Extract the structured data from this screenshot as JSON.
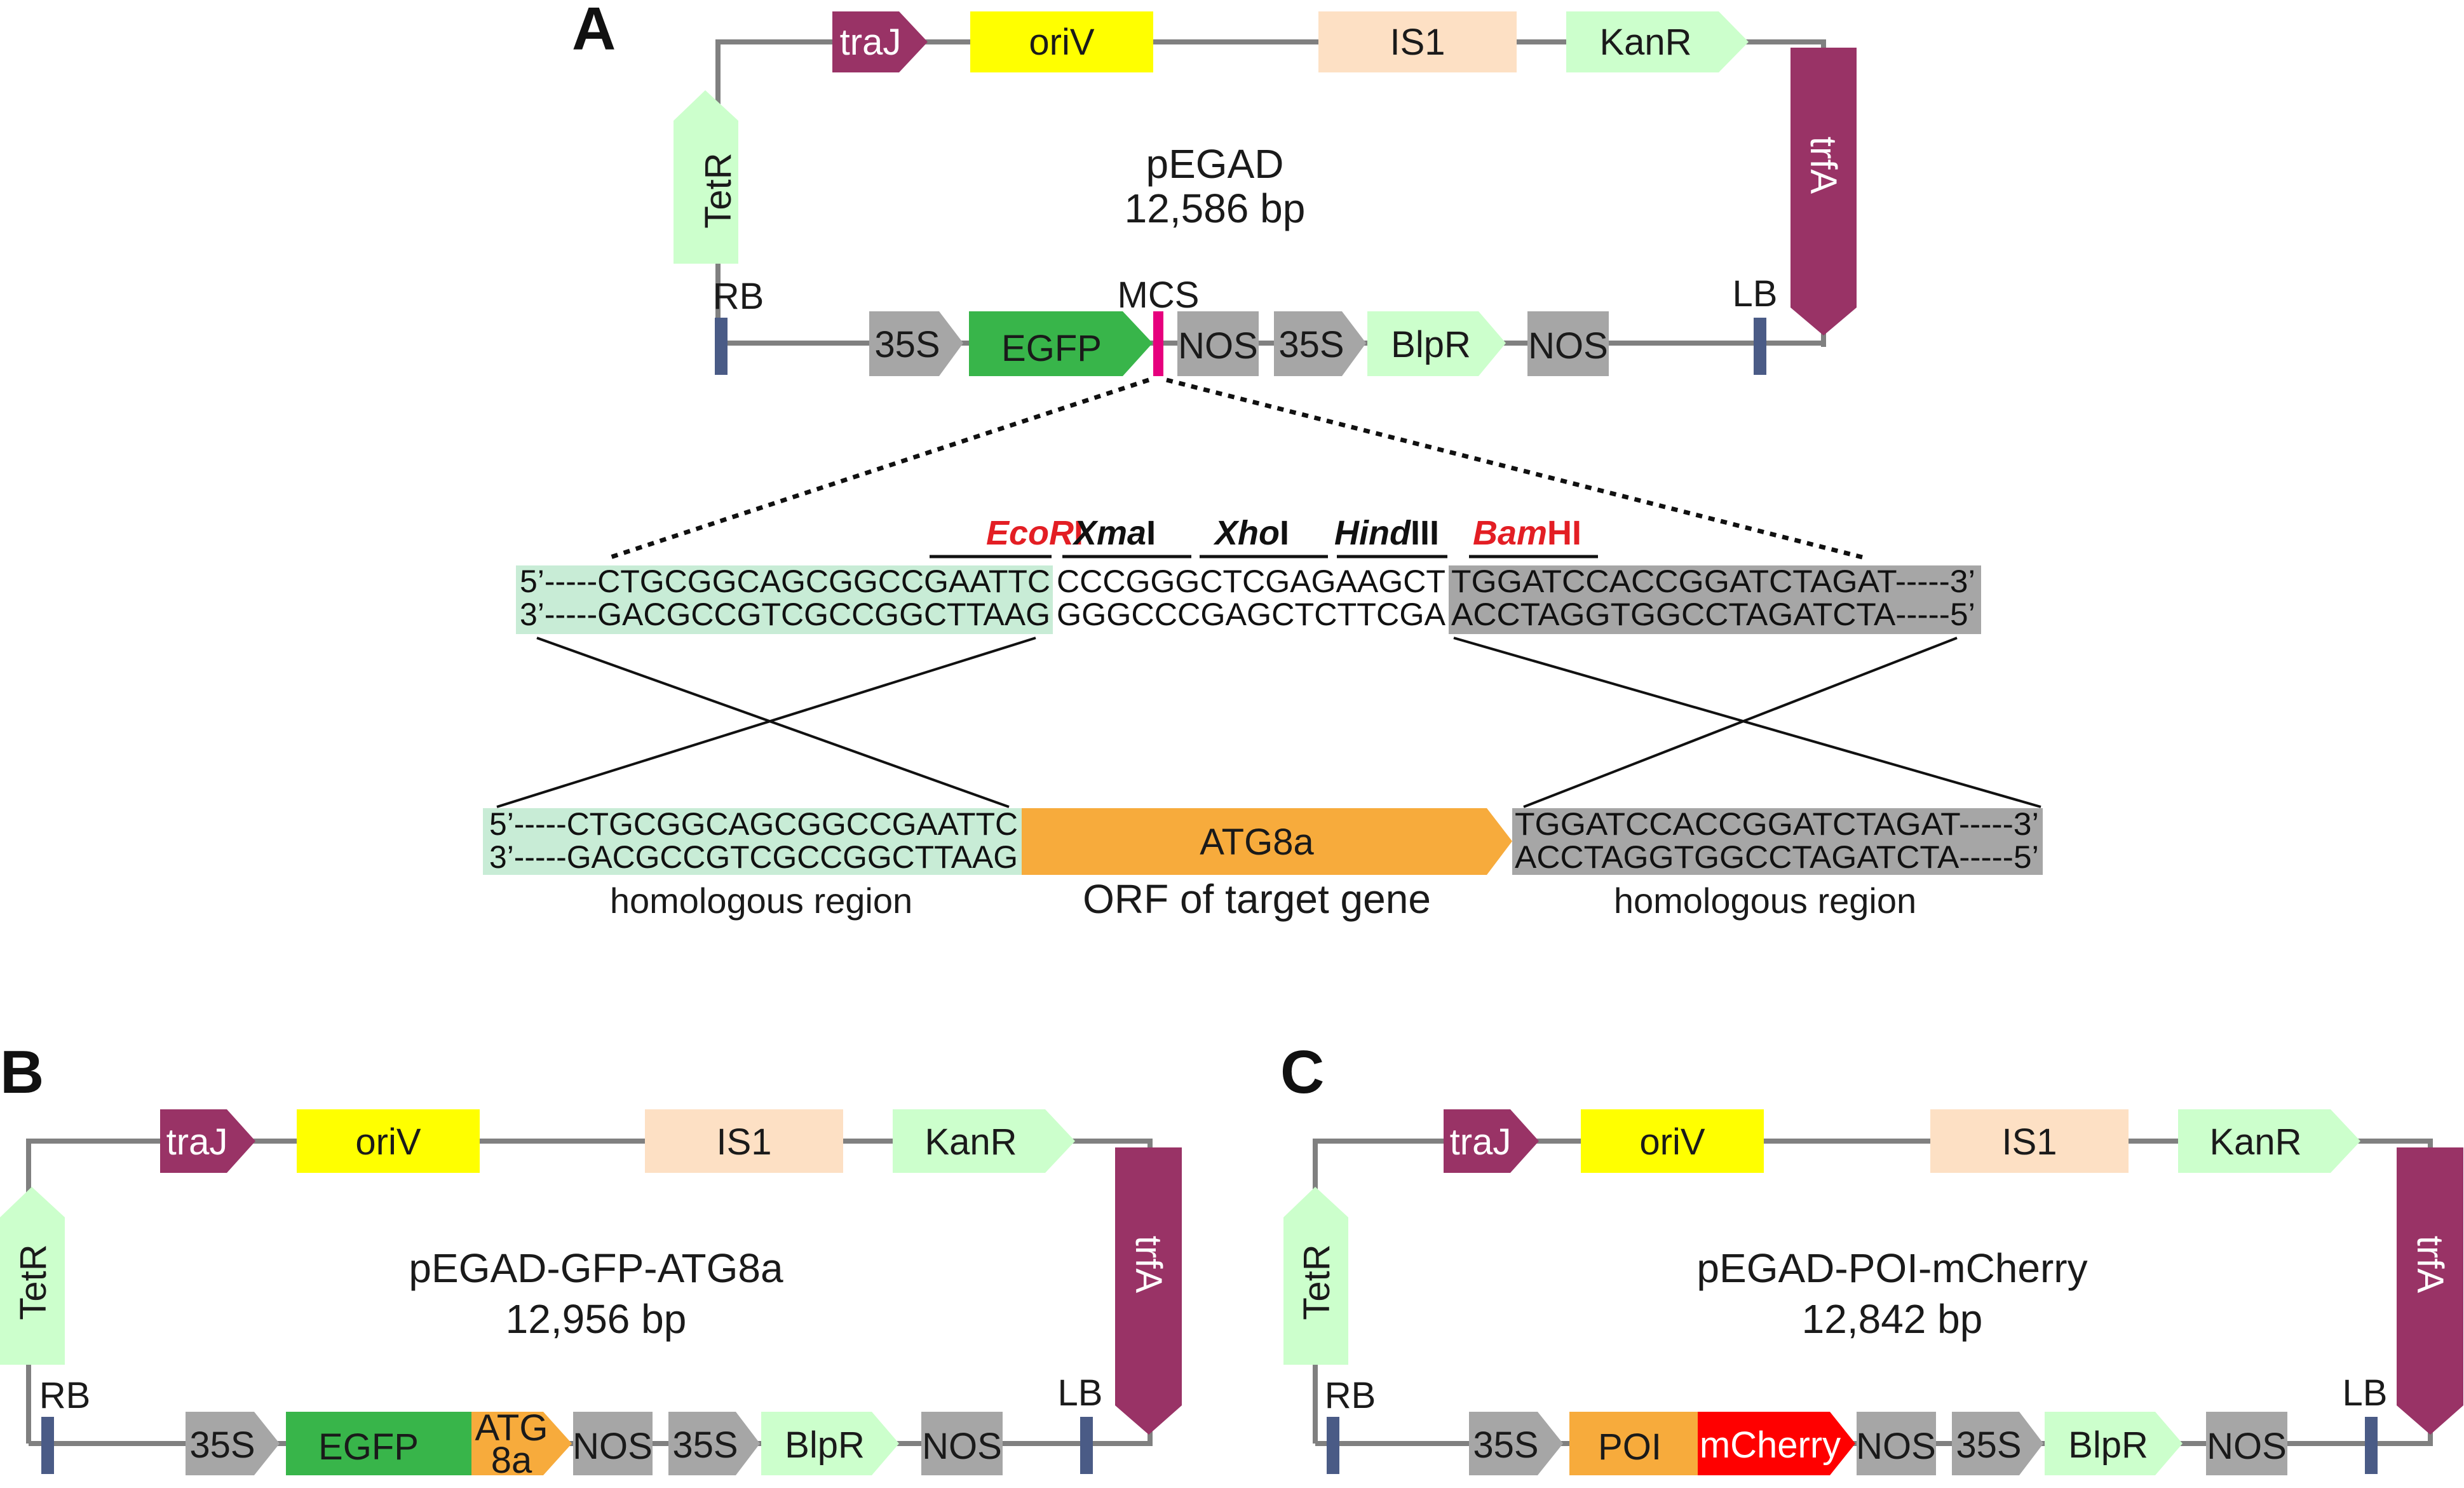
{
  "colors": {
    "traJ": "#993366",
    "oriV": "#ffff00",
    "IS1": "#fde0c4",
    "KanR": "#ccffcc",
    "TetR": "#ccffcc",
    "trfA": "#993366",
    "promoter": "#a6a6a6",
    "EGFP": "#38b54a",
    "MCS": "#e6007e",
    "BlpR": "#ccffcc",
    "NOS": "#a6a6a6",
    "border": "#4a5b86",
    "ATG8a": "#f7ab3c",
    "POI": "#f7ab3c",
    "mCherry": "#ff0000",
    "homolog_left": "#c8ecd6",
    "homolog_right": "#a6a6a6",
    "enzyme_red": "#e31e24"
  },
  "panelA": {
    "letter": "A",
    "name": "pEGAD",
    "size": "12,586 bp",
    "traJ": "traJ",
    "oriV": "oriV",
    "IS1": "IS1",
    "KanR": "KanR",
    "TetR": "TetR",
    "trfA": "trfA",
    "RB": "RB",
    "LB": "LB",
    "MCS": "MCS",
    "p35S_1": "35S",
    "EGFP": "EGFP",
    "NOS_1": "NOS",
    "p35S_2": "35S",
    "BlpR": "BlpR",
    "NOS_2": "NOS"
  },
  "enzymes": [
    {
      "italic": "EcoR",
      "rest": "I",
      "red": true
    },
    {
      "italic": "Xma",
      "rest": "I",
      "red": false
    },
    {
      "italic": "Xho",
      "rest": "I",
      "red": false
    },
    {
      "italic": "Hind",
      "rest": "III",
      "red": false
    },
    {
      "italic": "Bam",
      "rest": "HI",
      "red": true
    }
  ],
  "mcs_seq": {
    "top_left": "5’-----CTGCGGCAGCGGCCGAATTC",
    "top_mid": "CCCGGGCTCGAGAAGCT",
    "top_right": "TGGATCCACCGGATCTAGAT-----3’",
    "bot_left": "3’-----GACGCCGTCGCCGGCTTAAG",
    "bot_mid": "GGGCCCGAGCTCTTCGA",
    "bot_right": "ACCTAGGTGGCCTAGATCTA-----5’"
  },
  "insert": {
    "left_top": "5’-----CTGCGGCAGCGGCCGAATTC",
    "left_bot": "3’-----GACGCCGTCGCCGGCTTAAG",
    "gene": "ATG8a",
    "right_top": "TGGATCCACCGGATCTAGAT-----3’",
    "right_bot": "ACCTAGGTGGCCTAGATCTA-----5’",
    "left_caption": "homologous region",
    "mid_caption": "ORF of target gene",
    "right_caption": "homologous region"
  },
  "panelB": {
    "letter": "B",
    "name": "pEGAD-GFP-ATG8a",
    "size": "12,956 bp",
    "traJ": "traJ",
    "oriV": "oriV",
    "IS1": "IS1",
    "KanR": "KanR",
    "TetR": "TetR",
    "trfA": "trfA",
    "RB": "RB",
    "LB": "LB",
    "p35S_1": "35S",
    "EGFP": "EGFP",
    "ATG8a_line1": "ATG",
    "ATG8a_line2": "8a",
    "NOS_1": "NOS",
    "p35S_2": "35S",
    "BlpR": "BlpR",
    "NOS_2": "NOS"
  },
  "panelC": {
    "letter": "C",
    "name": "pEGAD-POI-mCherry",
    "size": "12,842 bp",
    "traJ": "traJ",
    "oriV": "oriV",
    "IS1": "IS1",
    "KanR": "KanR",
    "TetR": "TetR",
    "trfA": "trfA",
    "RB": "RB",
    "LB": "LB",
    "p35S_1": "35S",
    "POI": "POI",
    "mCherry": "mCherry",
    "NOS_1": "NOS",
    "p35S_2": "35S",
    "BlpR": "BlpR",
    "NOS_2": "NOS"
  }
}
